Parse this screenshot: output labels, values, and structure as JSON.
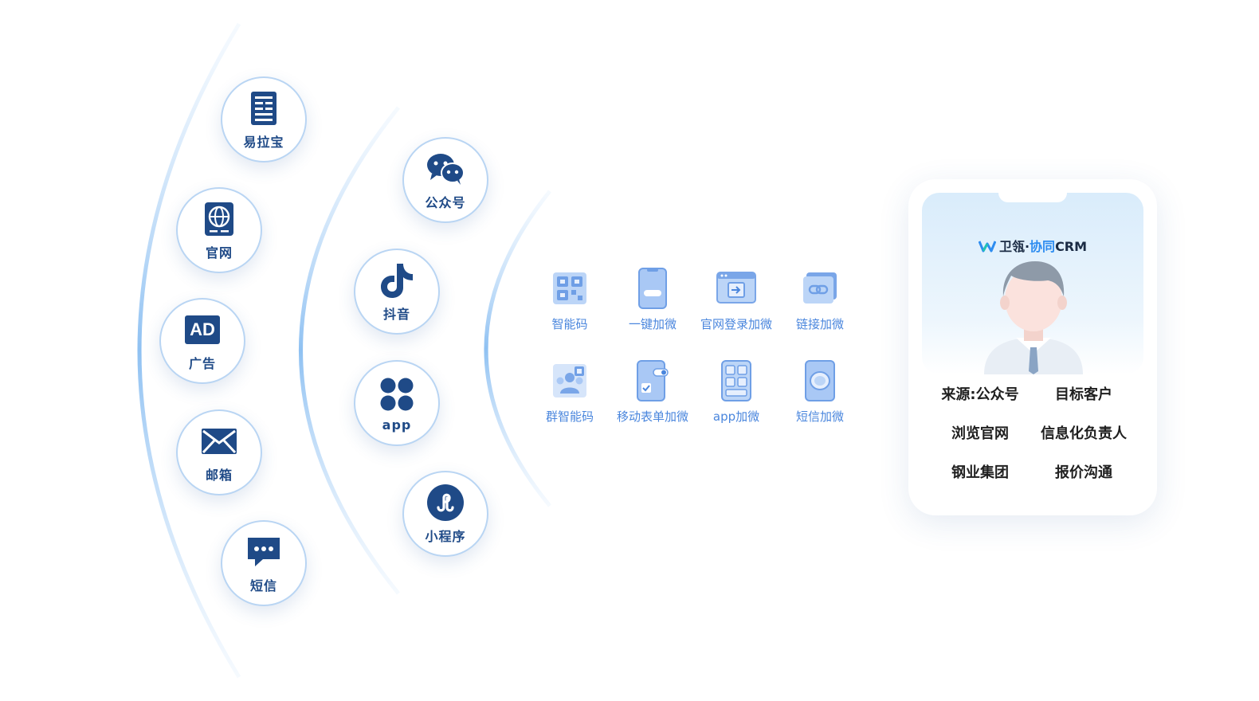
{
  "outer_ring": [
    {
      "label": "易拉宝",
      "icon": "rollup-banner-icon"
    },
    {
      "label": "官网",
      "icon": "website-icon"
    },
    {
      "label": "广告",
      "icon": "ad-icon",
      "icon_text": "AD"
    },
    {
      "label": "邮箱",
      "icon": "mail-icon"
    },
    {
      "label": "短信",
      "icon": "sms-icon"
    }
  ],
  "middle_ring": [
    {
      "label": "公众号",
      "icon": "wechat-icon"
    },
    {
      "label": "抖音",
      "icon": "douyin-icon"
    },
    {
      "label": "app",
      "icon": "app-icon"
    },
    {
      "label": "小程序",
      "icon": "mini-program-icon"
    }
  ],
  "features": [
    {
      "label": "智能码",
      "icon": "qr-code-icon"
    },
    {
      "label": "一键加微",
      "icon": "phone-button-icon"
    },
    {
      "label": "官网登录加微",
      "icon": "browser-login-icon"
    },
    {
      "label": "链接加微",
      "icon": "link-icon"
    },
    {
      "label": "群智能码",
      "icon": "group-qr-icon"
    },
    {
      "label": "移动表单加微",
      "icon": "mobile-form-icon"
    },
    {
      "label": "app加微",
      "icon": "app-grid-icon"
    },
    {
      "label": "短信加微",
      "icon": "sms-bubble-icon"
    }
  ],
  "crm_card": {
    "brand_main": "卫瓴",
    "brand_dot": "·",
    "brand_accent": "协同",
    "brand_suffix": "CRM",
    "tags": [
      "来源:公众号",
      "目标客户",
      "浏览官网",
      "信息化负责人",
      "钢业集团",
      "报价沟通"
    ]
  },
  "colors": {
    "icon_dark": "#1f4a87",
    "feature_blue": "#4a86dd",
    "ring": "#b9d5f3",
    "accent": "#2d8cf0"
  }
}
